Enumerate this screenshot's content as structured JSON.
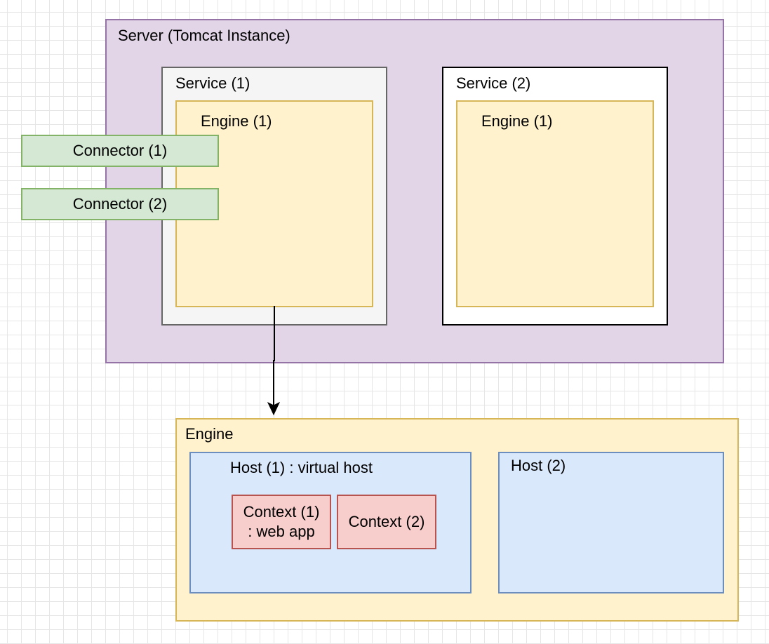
{
  "server": {
    "label": "Server (Tomcat Instance)"
  },
  "services": [
    {
      "label": "Service (1)",
      "engine_label": "Engine (1)"
    },
    {
      "label": "Service (2)",
      "engine_label": "Engine (1)"
    }
  ],
  "connectors": [
    {
      "label": "Connector (1)"
    },
    {
      "label": "Connector (2)"
    }
  ],
  "engine_detail": {
    "label": "Engine",
    "hosts": [
      {
        "label": "Host (1) : virtual host",
        "contexts": [
          {
            "label_line1": "Context (1)",
            "label_line2": ": web app"
          },
          {
            "label": "Context (2)"
          }
        ]
      },
      {
        "label": "Host (2)"
      }
    ]
  },
  "colors": {
    "server_fill": "#e1d5e7",
    "server_stroke": "#9673a6",
    "service1_fill": "#f5f5f5",
    "engine_fill": "#fff2cc",
    "engine_stroke": "#d6b656",
    "connector_fill": "#d5e8d4",
    "connector_stroke": "#82b366",
    "host_fill": "#dae8fc",
    "host_stroke": "#6c8ebf",
    "context_fill": "#f8cecc",
    "context_stroke": "#b85450"
  }
}
